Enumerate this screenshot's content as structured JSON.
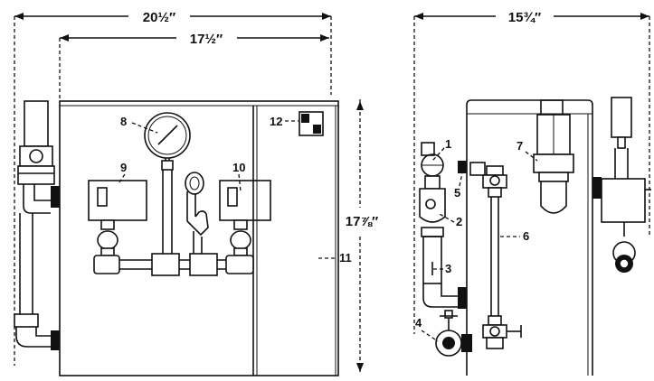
{
  "dimensions": {
    "overall_width": "20½″",
    "tank_width": "17½″",
    "height": "17⅞″",
    "depth": "15¾″"
  },
  "callouts": {
    "c1": "1",
    "c2": "2",
    "c3": "3",
    "c4": "4",
    "c5": "5",
    "c6": "6",
    "c7": "7",
    "c8": "8",
    "c9": "9",
    "c10": "10",
    "c11": "11",
    "c12": "12"
  }
}
